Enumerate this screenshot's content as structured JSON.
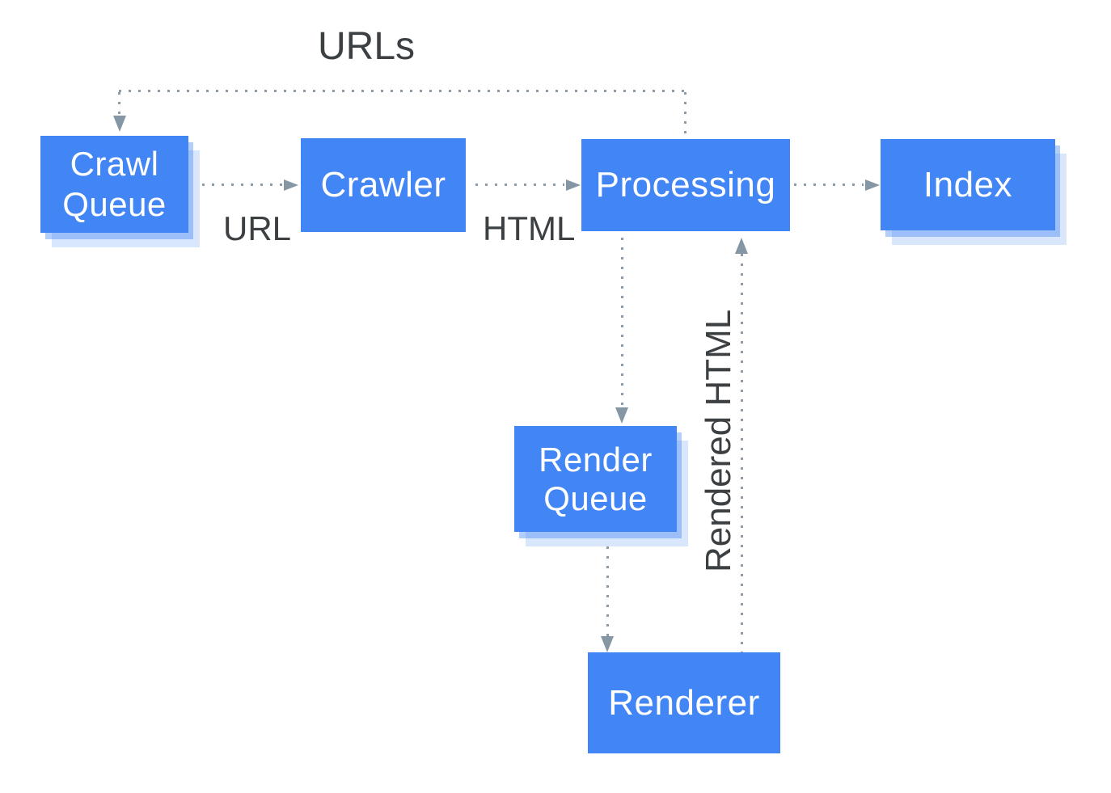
{
  "diagram": {
    "nodes": {
      "crawl_queue": {
        "label": "Crawl\nQueue"
      },
      "crawler": {
        "label": "Crawler"
      },
      "processing": {
        "label": "Processing"
      },
      "index": {
        "label": "Index"
      },
      "render_queue": {
        "label": "Render\nQueue"
      },
      "renderer": {
        "label": "Renderer"
      }
    },
    "edges": [
      {
        "from": "processing",
        "to": "crawl_queue",
        "label": "URLs",
        "style": "dotted"
      },
      {
        "from": "crawl_queue",
        "to": "crawler",
        "label": "URL",
        "style": "dotted"
      },
      {
        "from": "crawler",
        "to": "processing",
        "label": "HTML",
        "style": "dotted"
      },
      {
        "from": "processing",
        "to": "index",
        "label": "",
        "style": "dotted"
      },
      {
        "from": "processing",
        "to": "render_queue",
        "label": "",
        "style": "dotted"
      },
      {
        "from": "render_queue",
        "to": "renderer",
        "label": "",
        "style": "dotted"
      },
      {
        "from": "renderer",
        "to": "processing",
        "label": "Rendered HTML",
        "style": "dotted"
      }
    ],
    "colors": {
      "node_fill": "#4285F4",
      "node_text": "#FFFFFF",
      "node_shadow_inner": "#B1CCFA",
      "node_shadow_outer": "#DCE8FD",
      "connector_dots": "#8C9BA8",
      "arrowhead": "#8597A5",
      "label_text": "#3C4043",
      "background": "#FFFFFF"
    }
  }
}
